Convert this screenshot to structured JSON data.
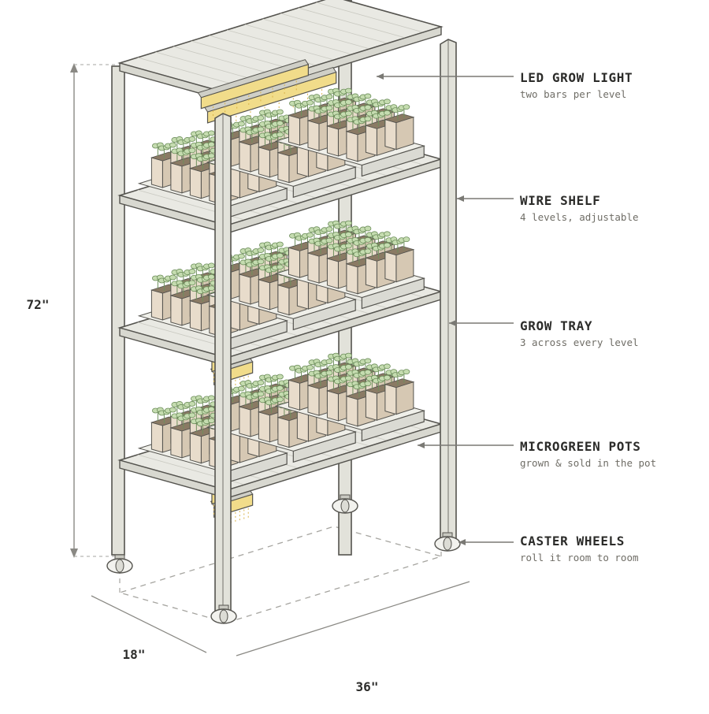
{
  "callouts": {
    "led": {
      "title": "LED GROW LIGHT",
      "sub": "two bars per level"
    },
    "shelf": {
      "title": "WIRE SHELF",
      "sub": "4 levels, adjustable"
    },
    "tray": {
      "title": "GROW TRAY",
      "sub": "3 across every level"
    },
    "pots": {
      "title": "MICROGREEN POTS",
      "sub": "grown & sold in the pot"
    },
    "casters": {
      "title": "CASTER WHEELS",
      "sub": "roll it room to room"
    }
  },
  "dimensions": {
    "height": "72\"",
    "depth": "18\"",
    "width": "36\""
  },
  "colors": {
    "post_fill": "#e2e2da",
    "outline": "#55544f",
    "shelf_fill": "#e9e9e3",
    "light_fill": "#f1dc8a",
    "light_housing": "#cfcfc7",
    "pot_front": "#e8dccb",
    "pot_side": "#d6c8b3",
    "soil": "#8a7a64",
    "leaf": "#c5dcb0",
    "leaf_stroke": "#6e8f5c",
    "dim_line": "#8a8984",
    "ground_dash": "#a6a5a0"
  }
}
